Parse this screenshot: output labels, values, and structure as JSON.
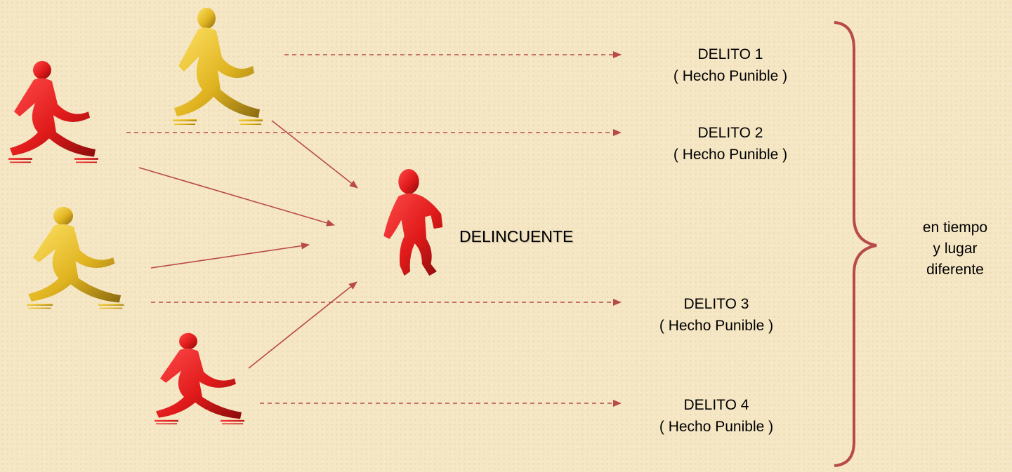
{
  "delitos": [
    {
      "title": "DELITO 1",
      "subtitle": "( Hecho Punible )"
    },
    {
      "title": "DELITO 2",
      "subtitle": "( Hecho Punible )"
    },
    {
      "title": "DELITO 3",
      "subtitle": "( Hecho Punible )"
    },
    {
      "title": "DELITO 4",
      "subtitle": "( Hecho Punible )"
    }
  ],
  "center_label": "DELINCUENTE",
  "side_note": [
    "en tiempo",
    "y lugar",
    "diferente"
  ],
  "colors": {
    "background": "#f5e6c4",
    "arrow": "#b84a4a",
    "red_figure": "#e01a1a",
    "yellow_figure": "#e0b420",
    "brace": "#b84a4a"
  },
  "icons": [
    "walking-person-icon",
    "running-person-icon"
  ]
}
